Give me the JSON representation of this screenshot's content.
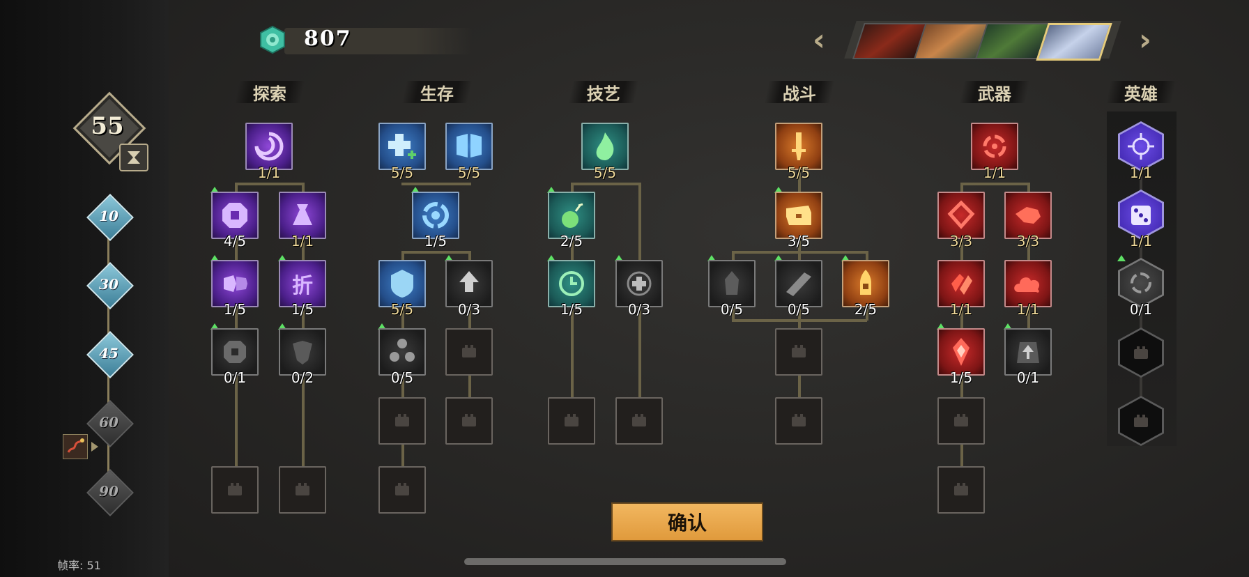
{
  "currency": {
    "value": "807",
    "icon": "jade-gem-icon"
  },
  "rank": {
    "level": "55"
  },
  "milestones": [
    "10",
    "30",
    "45",
    "60",
    "90"
  ],
  "categories": [
    "探索",
    "生存",
    "技艺",
    "战斗",
    "武器",
    "英雄"
  ],
  "nodes": {
    "explore_top": "1/1",
    "explore_r2a": "4/5",
    "explore_r2b": "1/1",
    "explore_r3a": "1/5",
    "explore_r3b": "1/5",
    "explore_r4a": "0/1",
    "explore_r4b": "0/2",
    "survive_top_a": "5/5",
    "survive_top_b": "5/5",
    "survive_r2": "1/5",
    "survive_r3a": "5/5",
    "survive_r3b": "0/3",
    "survive_r4a": "0/5",
    "craft_top": "5/5",
    "craft_r2": "2/5",
    "craft_r3a": "1/5",
    "craft_r3b": "0/3",
    "combat_top": "5/5",
    "combat_r2": "3/5",
    "combat_r3a": "0/5",
    "combat_r3b": "0/5",
    "combat_r3c": "2/5",
    "weapon_top": "1/1",
    "weapon_r2a": "3/3",
    "weapon_r2b": "3/3",
    "weapon_r3a": "1/1",
    "weapon_r3b": "1/1",
    "weapon_r4a": "1/5",
    "weapon_r4b": "0/1",
    "hero_1": "1/1",
    "hero_2": "1/1",
    "hero_3": "0/1"
  },
  "node_glyphs": {
    "refine": "折"
  },
  "confirm_label": "确认",
  "fps": "帧率: 51",
  "colors": {
    "accent": "#e6a64a",
    "gold": "#efd99a",
    "upgrade": "#5ee065"
  }
}
